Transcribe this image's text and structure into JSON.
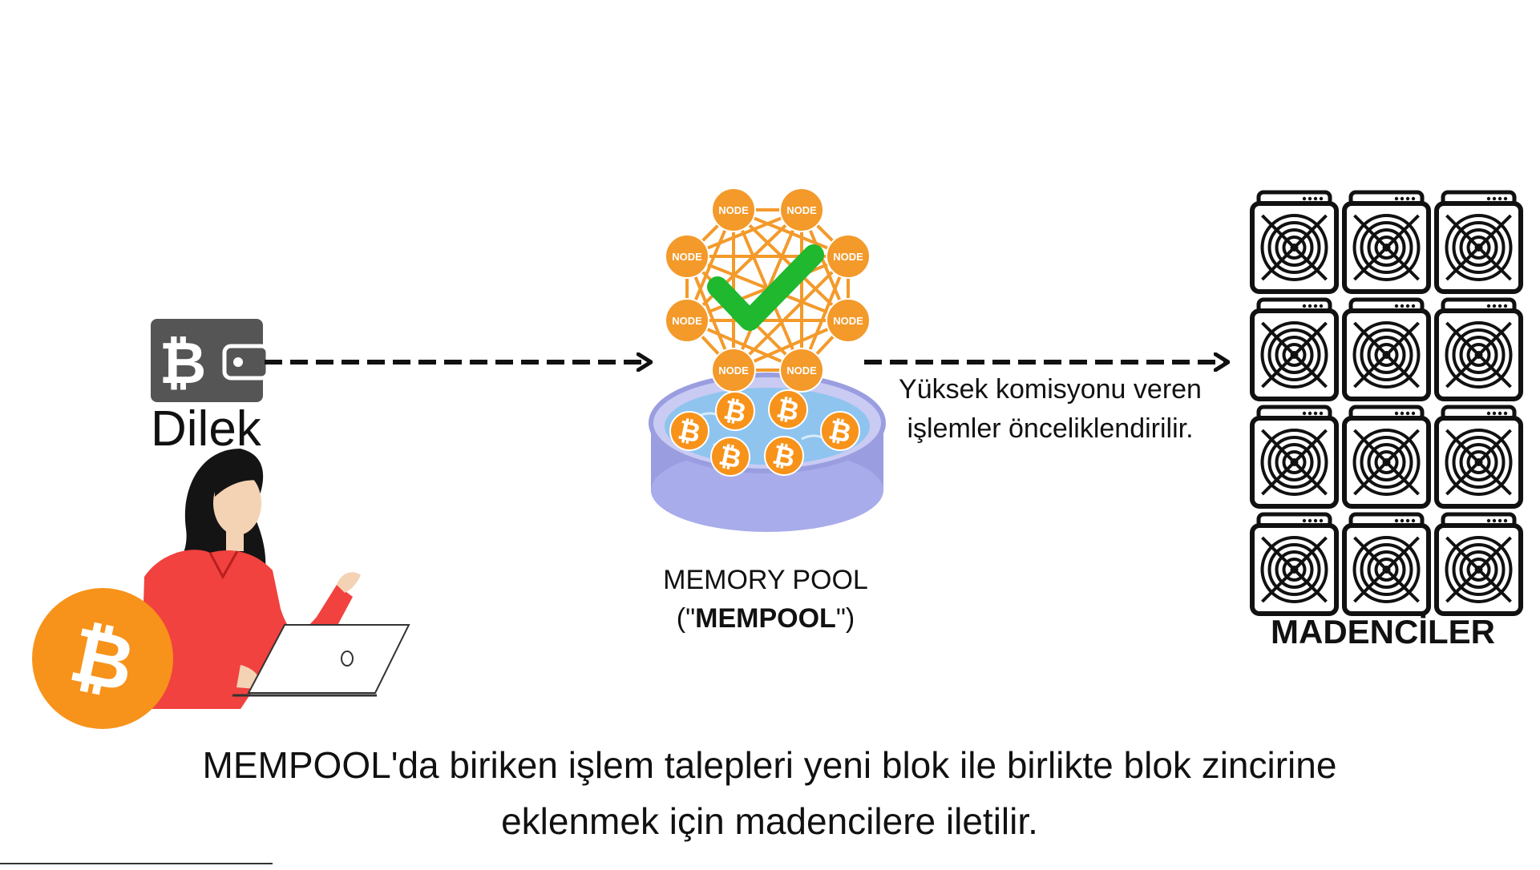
{
  "sender": {
    "name": "Dilek"
  },
  "pool": {
    "node_label": "NODE",
    "label_line1": "MEMORY POOL",
    "label_open": "(\"",
    "label_bold": "MEMPOOL",
    "label_close": "\")"
  },
  "priority_note": {
    "line1": "Yüksek komisyonu veren",
    "line2": "işlemler önceliklendirilir."
  },
  "miners": {
    "label": "MADENCİLER",
    "rows": 4,
    "cols": 3
  },
  "caption": {
    "line1": "MEMPOOL'da biriken işlem talepleri yeni blok ile birlikte blok zincirine",
    "line2": "eklenmek için madencilere iletilir."
  },
  "colors": {
    "bitcoin_orange": "#f7931a",
    "node_orange": "#f39a2b",
    "check_green": "#1fb82e",
    "wallet_gray": "#555555",
    "pool_rim": "#9a9ee0",
    "pool_water": "#8fc4ef",
    "shirt_red": "#f1423f",
    "arrow": "#111111"
  },
  "icons": [
    "wallet-icon",
    "bitcoin-icon",
    "woman-illustration",
    "laptop-icon",
    "node-network",
    "check-icon",
    "pool-basin",
    "miner-icon",
    "arrow-icon"
  ]
}
